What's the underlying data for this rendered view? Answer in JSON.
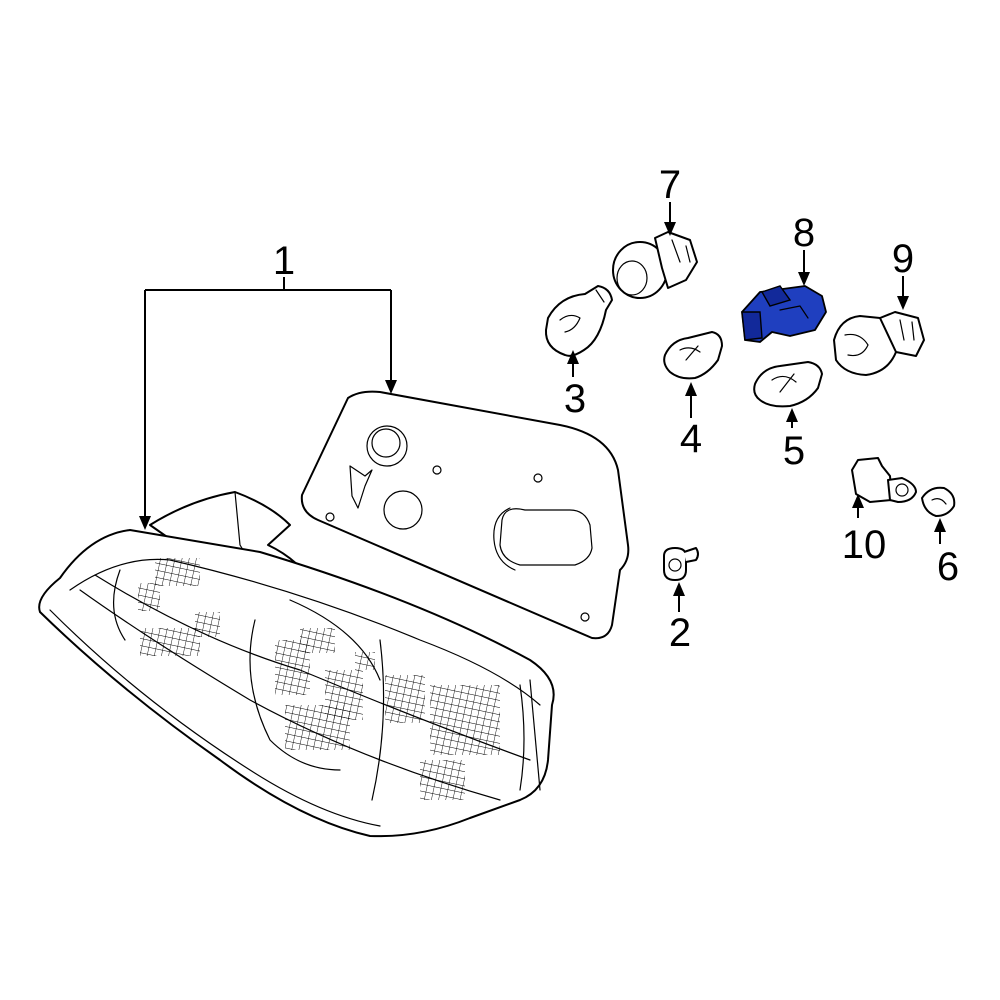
{
  "diagram": {
    "callouts": {
      "c1": "1",
      "c2": "2",
      "c3": "3",
      "c4": "4",
      "c5": "5",
      "c6": "6",
      "c7": "7",
      "c8": "8",
      "c9": "9",
      "c10": "10"
    },
    "highlighted_part": "8",
    "colors": {
      "highlight": "#1f3fbf",
      "line": "#000000",
      "background": "#ffffff"
    }
  }
}
